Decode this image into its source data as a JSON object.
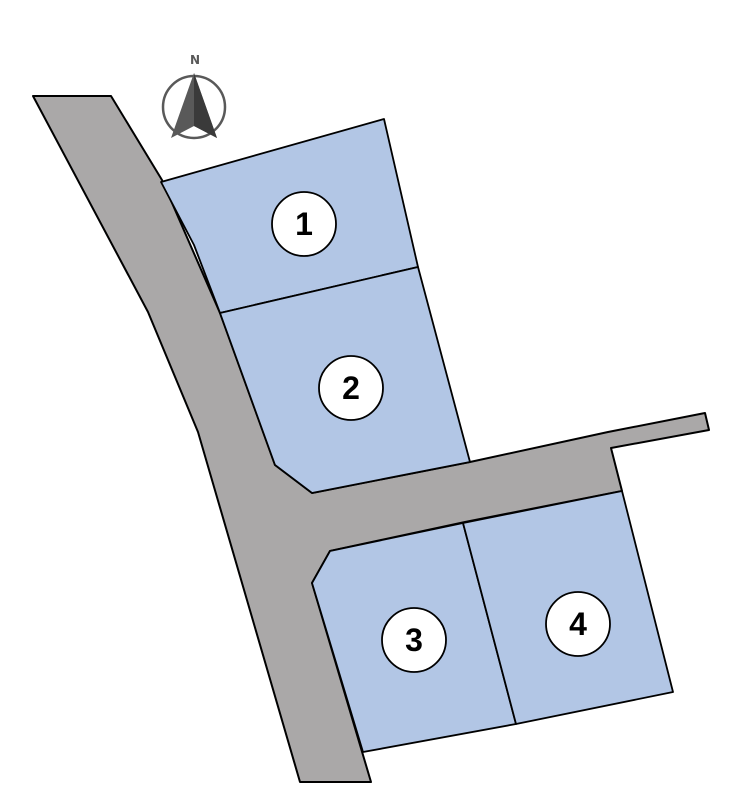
{
  "compass": {
    "letter": "N",
    "icon": "north-arrow-icon"
  },
  "colors": {
    "road": "#aaa8a8",
    "lot": "#b2c6e5",
    "outline": "#000000",
    "label_bg": "#ffffff",
    "compass": "#595959"
  },
  "lots": [
    {
      "id": "lot-1",
      "label": "1"
    },
    {
      "id": "lot-2",
      "label": "2"
    },
    {
      "id": "lot-3",
      "label": "3"
    },
    {
      "id": "lot-4",
      "label": "4"
    }
  ]
}
